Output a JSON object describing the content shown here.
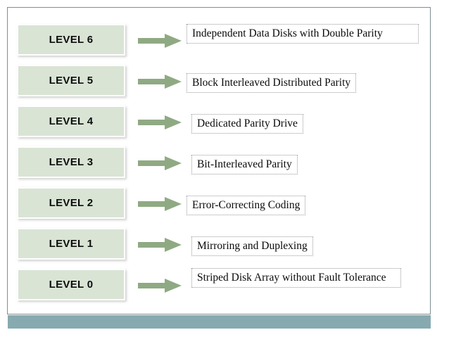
{
  "slide": {
    "background_color": "#ffffff",
    "frame_border_color": "#7e8f93",
    "footer_bar_color": "#87aab0",
    "chip_fill_color": "#d9e4d5",
    "arrow_color": "#8faa83",
    "desc_border_color": "#9a9a9a"
  },
  "rows": [
    {
      "level_label": "LEVEL 6",
      "description": "Independent Data Disks with Double Parity",
      "arrow_icon": "right-arrow-icon",
      "lines": 2
    },
    {
      "level_label": "LEVEL 5",
      "description": "Block Interleaved Distributed Parity",
      "arrow_icon": "right-arrow-icon",
      "lines": 1
    },
    {
      "level_label": "LEVEL 4",
      "description": "Dedicated Parity Drive",
      "arrow_icon": "right-arrow-icon",
      "lines": 1
    },
    {
      "level_label": "LEVEL 3",
      "description": "Bit-Interleaved Parity",
      "arrow_icon": "right-arrow-icon",
      "lines": 1
    },
    {
      "level_label": "LEVEL 2",
      "description": "Error-Correcting Coding",
      "arrow_icon": "right-arrow-icon",
      "lines": 1
    },
    {
      "level_label": "LEVEL 1",
      "description": "Mirroring and Duplexing",
      "arrow_icon": "right-arrow-icon",
      "lines": 1
    },
    {
      "level_label": "LEVEL 0",
      "description": "Striped Disk Array without Fault Tolerance",
      "arrow_icon": "right-arrow-icon",
      "lines": 2
    }
  ]
}
